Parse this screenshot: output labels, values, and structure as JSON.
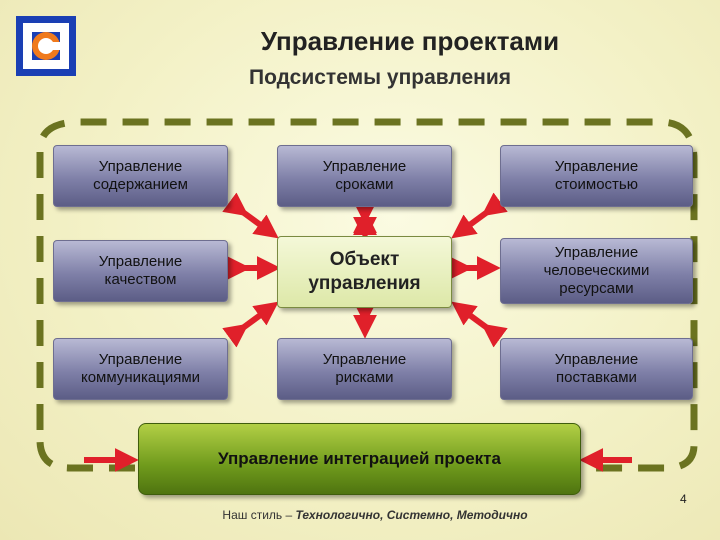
{
  "title": "Управление проектами",
  "subtitle": "Подсистемы управления",
  "center": {
    "line1": "Объект",
    "line2": "управления"
  },
  "boxes": {
    "content": {
      "line1": "Управление",
      "line2": "содержанием"
    },
    "time": {
      "line1": "Управление",
      "line2": "сроками"
    },
    "cost": {
      "line1": "Управление",
      "line2": "стоимостью"
    },
    "quality": {
      "line1": "Управление",
      "line2": "качеством"
    },
    "hr": {
      "line1": "Управление",
      "line2": "человеческими",
      "line3": "ресурсами"
    },
    "comm": {
      "line1": "Управление",
      "line2": "коммуникациями"
    },
    "risk": {
      "line1": "Управление",
      "line2": "рисками"
    },
    "supply": {
      "line1": "Управление",
      "line2": "поставками"
    }
  },
  "integration": "Управление интеграцией проекта",
  "footer": {
    "prefix": "Наш стиль – ",
    "motto": "Технологично, Системно, Методично"
  },
  "page_number": "4",
  "colors": {
    "box": "#7f80a8",
    "arrow": "#e0202a",
    "frame": "#6b7320",
    "integration": "#6f9a1c"
  }
}
